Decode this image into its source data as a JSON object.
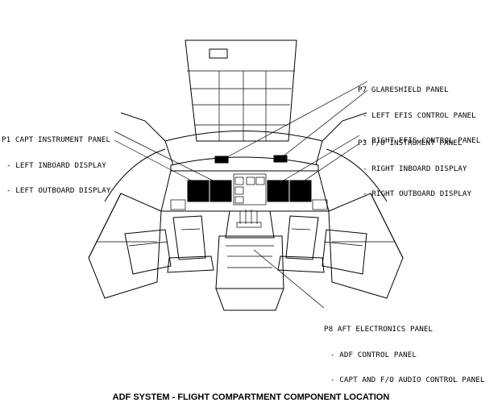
{
  "caption": "ADF SYSTEM - FLIGHT COMPARTMENT COMPONENT LOCATION",
  "callouts": {
    "p7": {
      "title": "P7 GLARESHIELD PANEL",
      "items": [
        "- LEFT EFIS CONTROL PANEL",
        "- RIGHT EFIS CONTROL PANEL"
      ]
    },
    "p1": {
      "title": "P1 CAPT INSTRUMENT PANEL",
      "items": [
        "- LEFT INBOARD DISPLAY",
        "- LEFT OUTBOARD DISPLAY"
      ]
    },
    "p3": {
      "title": "P3 F/O INSTRUMENT PANEL",
      "items": [
        "- RIGHT INBOARD DISPLAY",
        "- RIGHT OUTBOARD DISPLAY"
      ]
    },
    "p8": {
      "title": "P8 AFT ELECTRONICS PANEL",
      "items": [
        "- ADF CONTROL PANEL",
        "- CAPT AND F/O AUDIO CONTROL PANEL"
      ]
    }
  }
}
